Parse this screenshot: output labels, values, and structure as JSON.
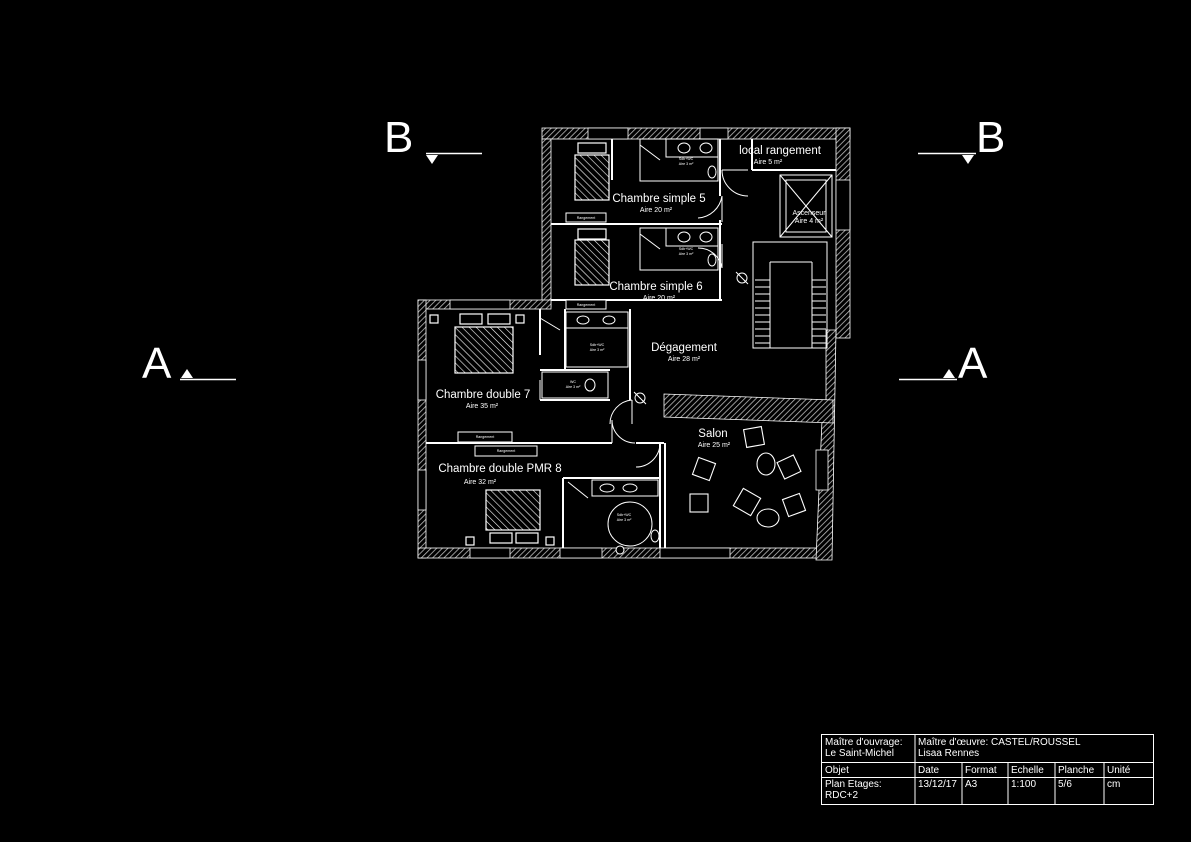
{
  "sections": {
    "b_left": "B",
    "b_right": "B",
    "a_left": "A",
    "a_right": "A"
  },
  "rooms": {
    "local": {
      "name": "local rangement",
      "area": "Aire 5 m²"
    },
    "ch5": {
      "name": "Chambre simple 5",
      "area": "Aire 20 m²"
    },
    "asc": {
      "name": "Ascenseur",
      "area": "Aire 4 m²"
    },
    "ch6": {
      "name": "Chambre simple 6",
      "area": "Aire 20 m²"
    },
    "deg": {
      "name": "Dégagement",
      "area": "Aire 28 m²"
    },
    "ch7": {
      "name": "Chambre double 7",
      "area": "Aire 35 m²"
    },
    "salon": {
      "name": "Salon",
      "area": "Aire 25 m²"
    },
    "ch8": {
      "name": "Chambre double PMR 8",
      "area": "Aire 32 m²"
    }
  },
  "small_labels": {
    "sdb": "Sdb+WC",
    "sdb_area": "Aire 3 m²",
    "wc": "WC",
    "rangement": "Rangement"
  },
  "cartouche": {
    "maitre_ouvrage": "Maître d'ouvrage:",
    "maitre_ouvrage_val": "Le Saint-Michel",
    "maitre_oeuvre": "Maître d'œuvre: CASTEL/ROUSSEL",
    "maitre_oeuvre_val": "Lisaa Rennes",
    "objet_h": "Objet",
    "date_h": "Date",
    "format_h": "Format",
    "echelle_h": "Echelle",
    "planche_h": "Planche",
    "unite_h": "Unité",
    "objet_l1": "Plan Etages:",
    "objet_l2": "RDC+2",
    "date": "13/12/17",
    "format": "A3",
    "echelle": "1:100",
    "planche": "5/6",
    "unite": "cm"
  }
}
